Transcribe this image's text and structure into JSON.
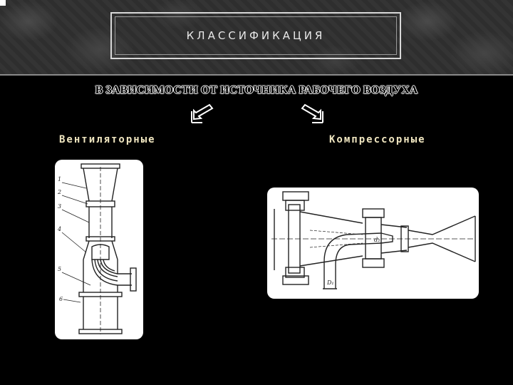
{
  "slide": {
    "title": "КЛАССИФИКАЦИЯ",
    "subtitle": "В ЗАВИСИМОСТИ ОТ ИСТОЧНИКА РАБОЧЕГО ВОЗДУХА",
    "left_label": "Вентиляторные",
    "right_label": "Компрессорные"
  },
  "fan_diagram": {
    "callouts": [
      "1",
      "2",
      "3",
      "4",
      "5",
      "6"
    ]
  },
  "compressor_diagram": {
    "dim_labels": [
      "d₂",
      "D₁"
    ]
  },
  "icons": {
    "left_arrow": "arrow-down-left-icon",
    "right_arrow": "arrow-down-right-icon"
  }
}
